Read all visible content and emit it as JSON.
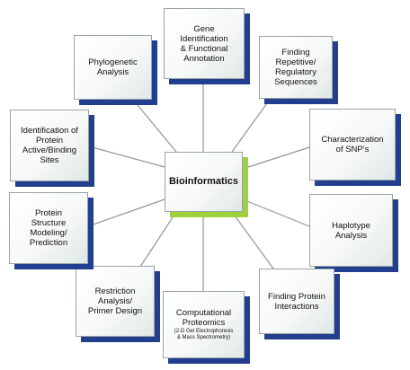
{
  "diagram": {
    "center": "Bioinformatics",
    "nodes": {
      "gene_identification": "Gene\nIdentification\n& Functional\nAnnotation",
      "repetitive_sequences": "Finding\nRepetitive/\nRegulatory\nSequences",
      "snp_characterization": "Characterization\nof SNP's",
      "haplotype_analysis": "Haplotype\nAnalysis",
      "protein_interactions": "Finding Protein\nInteractions",
      "computational_proteomics": "Computational\nProteomics",
      "computational_proteomics_sub": "(2-D Gel Electrophoresis\n& Mass Spectrometry)",
      "restriction_analysis": "Restriction\nAnalysis/\nPrimer Design",
      "structure_modeling": "Protein\nStructure\nModeling/\nPrediction",
      "binding_sites": "Identification of\nProtein\nActive/Binding\nSites",
      "phylogenetic_analysis": "Phylogenetic\nAnalysis"
    },
    "colors": {
      "box_shadow": "#223f8f",
      "center_shadow": "#9ed23b",
      "connector": "#8f969a"
    }
  }
}
